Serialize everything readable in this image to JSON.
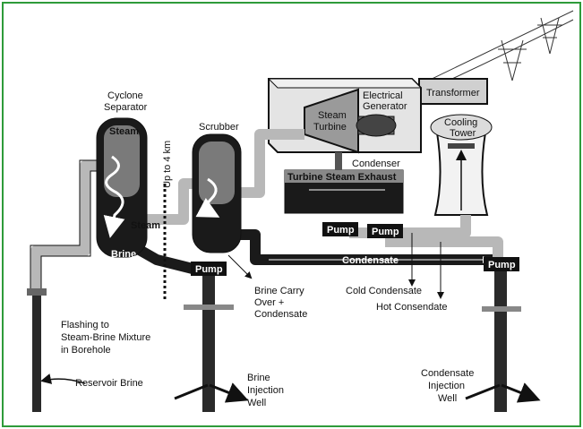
{
  "diagram": {
    "labels": {
      "cyclone_separator": [
        "Cyclone",
        "Separator"
      ],
      "steam_in_separator": "Steam",
      "brine_in_separator": "Brine",
      "scrubber": "Scrubber",
      "up_to_4km": "Up to 4 km",
      "steam_pipe": "Steam",
      "steam_turbine": [
        "Steam",
        "Turbine"
      ],
      "electrical_generator": [
        "Electrical",
        "Generator"
      ],
      "transformer": "Transformer",
      "cooling_tower": [
        "Cooling",
        "Tower"
      ],
      "condenser": "Condenser",
      "turbine_steam_exhaust": "Turbine Steam Exhaust",
      "pump_condenser_left": "Pump",
      "pump_condenser_right": "Pump",
      "pump_brine": "Pump",
      "pump_condensate": "Pump",
      "condensate_pipe": "Condensate",
      "brine_carry_over": [
        "Brine Carry",
        "Over +",
        "Condensate"
      ],
      "cold_condensate": "Cold Condensate",
      "hot_condensate": "Hot Consendate",
      "flashing": [
        "Flashing to",
        "Steam-Brine Mixture",
        "in Borehole"
      ],
      "reservoir_brine": "Reservoir Brine",
      "brine_injection_well": [
        "Brine",
        "Injection",
        "Well"
      ],
      "condensate_injection_well": [
        "Condensate",
        "Injection",
        "Well"
      ]
    },
    "colors": {
      "frame": "#2e9b3a",
      "pipe_gray": "#b8b8b8",
      "vessel_dark": "#1a1a1a",
      "building": "#e4e4e4"
    }
  }
}
